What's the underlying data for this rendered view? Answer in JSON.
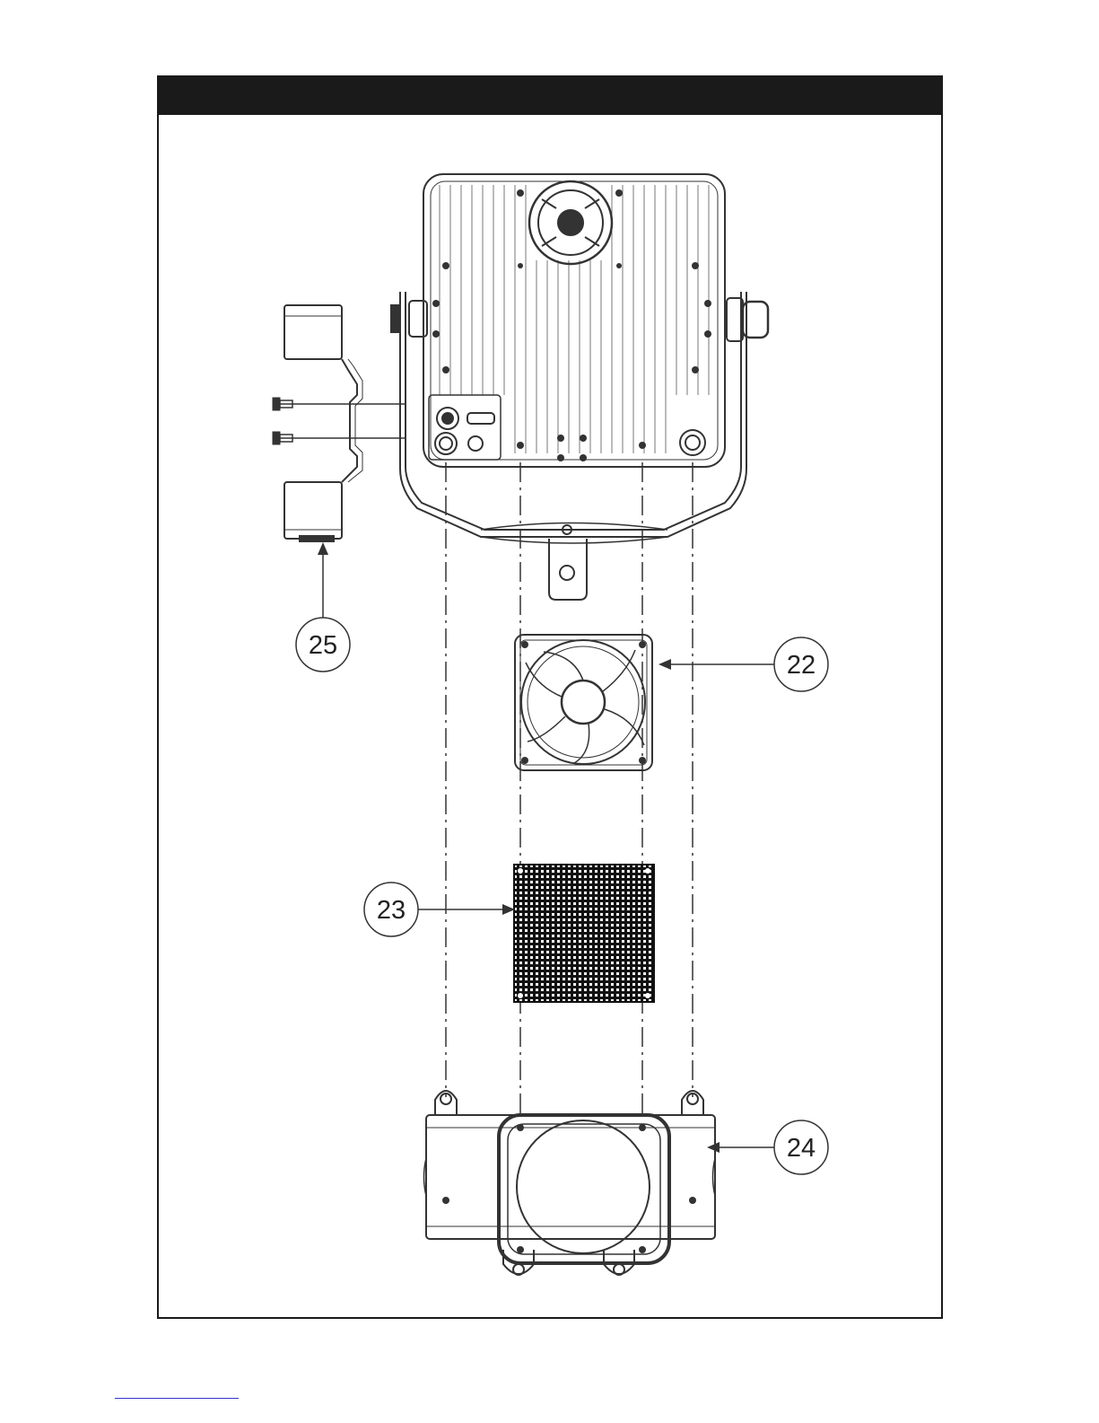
{
  "colors": {
    "frame": "#1a1a1a",
    "line": "#333333",
    "header": "#1a1a1a",
    "footer_rule": "#3333cc"
  },
  "callouts": [
    {
      "id": "25",
      "label": "25",
      "target": "bracket-clamp"
    },
    {
      "id": "22",
      "label": "22",
      "target": "cooling-fan"
    },
    {
      "id": "23",
      "label": "23",
      "target": "fan-grille"
    },
    {
      "id": "24",
      "label": "24",
      "target": "rear-cover"
    }
  ],
  "icons": [
    "fixture-rear-body",
    "yoke",
    "clamp-bracket",
    "bolt",
    "fan",
    "mesh-grille",
    "rear-cover-plate"
  ]
}
